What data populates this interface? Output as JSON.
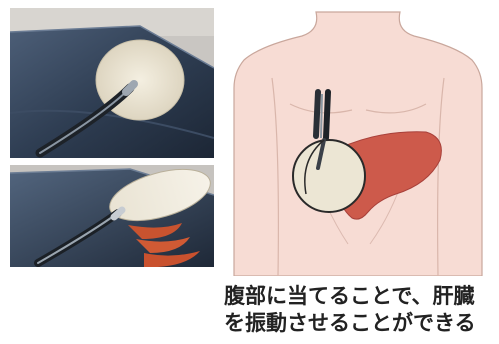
{
  "caption": {
    "line1": "腹部に当てることで、肝臓",
    "line2": "を振動させることができる"
  },
  "icons": [
    "photo-device-on-table",
    "photo-device-with-waves",
    "torso-liver-illustration"
  ],
  "colors": {
    "skin": "#f7dcd4",
    "liver": "#cd5a4b",
    "probe": "#ece6d4",
    "wave": "#d3532f",
    "table": "#2c3b4f",
    "text": "#222222"
  }
}
